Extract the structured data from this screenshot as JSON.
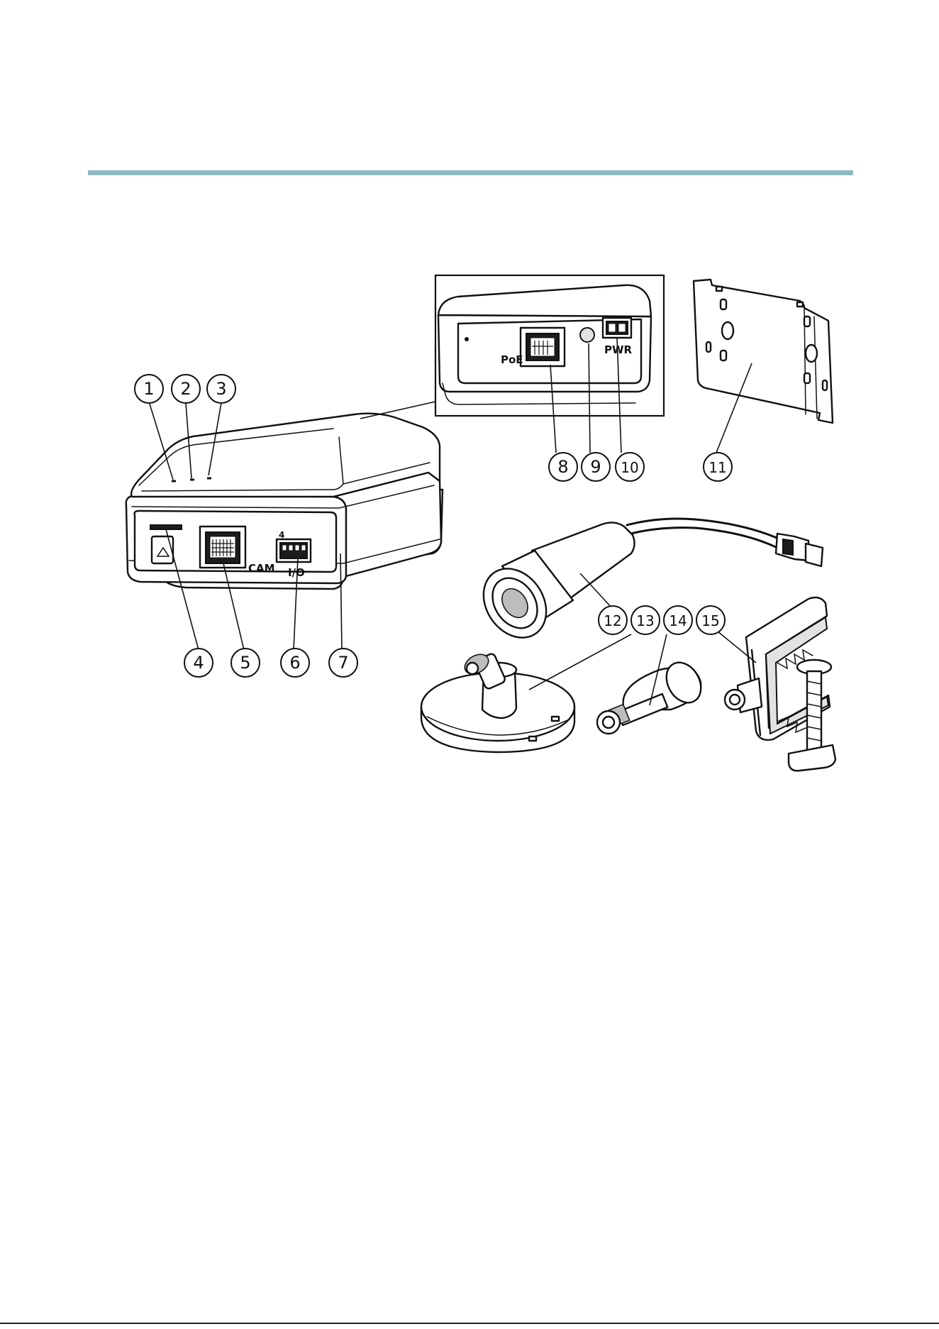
{
  "diagram": {
    "callouts": [
      "1",
      "2",
      "3",
      "4",
      "5",
      "6",
      "7",
      "8",
      "9",
      "10",
      "11",
      "12",
      "13",
      "14",
      "15"
    ],
    "port_labels": {
      "cam": "CAM",
      "io": "I/O",
      "io_pin": "4",
      "poe": "PoE",
      "pwr": "PWR"
    },
    "colors": {
      "rule": "#8fb8c0",
      "ink": "#111111"
    }
  }
}
